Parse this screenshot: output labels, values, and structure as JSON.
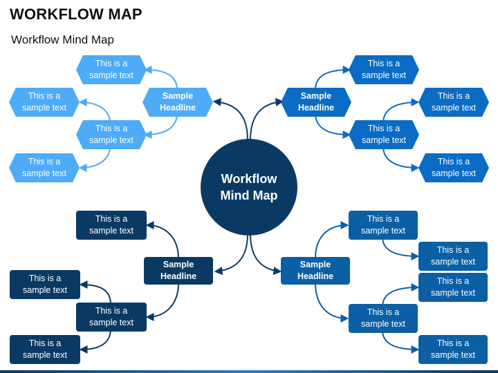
{
  "title": "WORKFLOW MAP",
  "subtitle": "Workflow Mind Map",
  "center": "Workflow\nMind Map",
  "headline": "Sample\nHeadline",
  "sample_text": "This is a\nsample text",
  "colors": {
    "top_left": "#4dabf7",
    "top_right": "#0a6cc4",
    "bottom_left": "#0a3a63",
    "bottom_right": "#0b5fa5",
    "center": "#0a3a63"
  }
}
